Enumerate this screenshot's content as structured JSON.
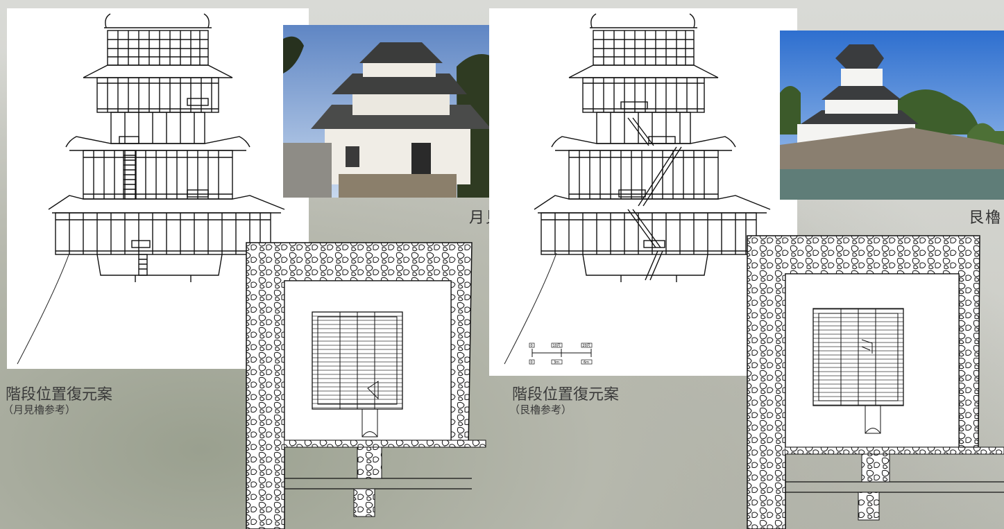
{
  "left": {
    "photo_caption": "月見櫓",
    "heading": "階段位置復元案",
    "subheading": "（月見櫓参考）"
  },
  "right": {
    "photo_caption": "艮櫓",
    "heading": "階段位置復元案",
    "subheading": "（艮櫓参考）"
  },
  "scale_bar": {
    "top_labels": [
      "0",
      "10尺",
      "20尺"
    ],
    "bottom_labels": [
      "0",
      "3m",
      "6m"
    ]
  }
}
